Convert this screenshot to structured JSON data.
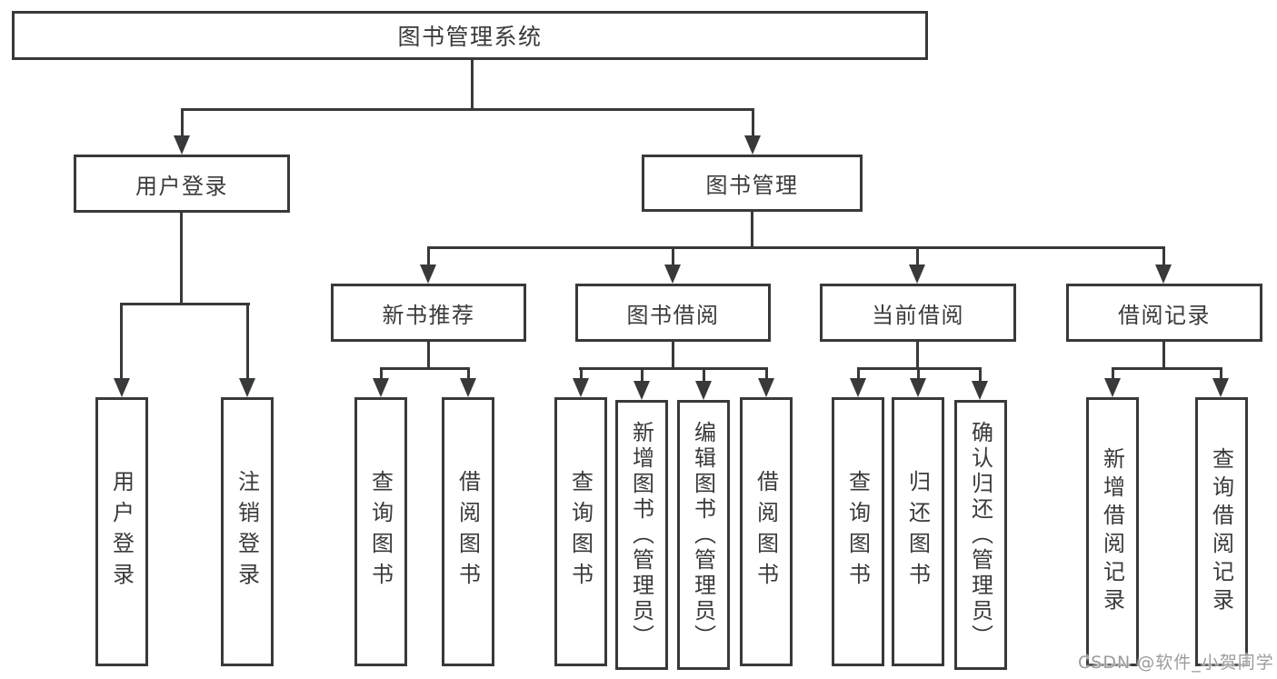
{
  "colors": {
    "line": "#38393b",
    "text": "#3a3a3c",
    "watermark": "#9c9c9c",
    "background": "#ffffff"
  },
  "watermark": "CSDN @软件_小贺同学",
  "tree": {
    "root": "图书管理系统",
    "branches": [
      {
        "label": "用户登录",
        "children": [
          "用户登录",
          "注销登录"
        ]
      },
      {
        "label": "图书管理",
        "sections": [
          {
            "label": "新书推荐",
            "children": [
              "查询图书",
              "借阅图书"
            ]
          },
          {
            "label": "图书借阅",
            "children": [
              "查询图书",
              "新增图书（管理员）",
              "编辑图书（管理员）",
              "借阅图书"
            ]
          },
          {
            "label": "当前借阅",
            "children": [
              "查询图书",
              "归还图书",
              "确认归还（管理员）"
            ]
          },
          {
            "label": "借阅记录",
            "children": [
              "新增借阅记录",
              "查询借阅记录"
            ]
          }
        ]
      }
    ]
  }
}
